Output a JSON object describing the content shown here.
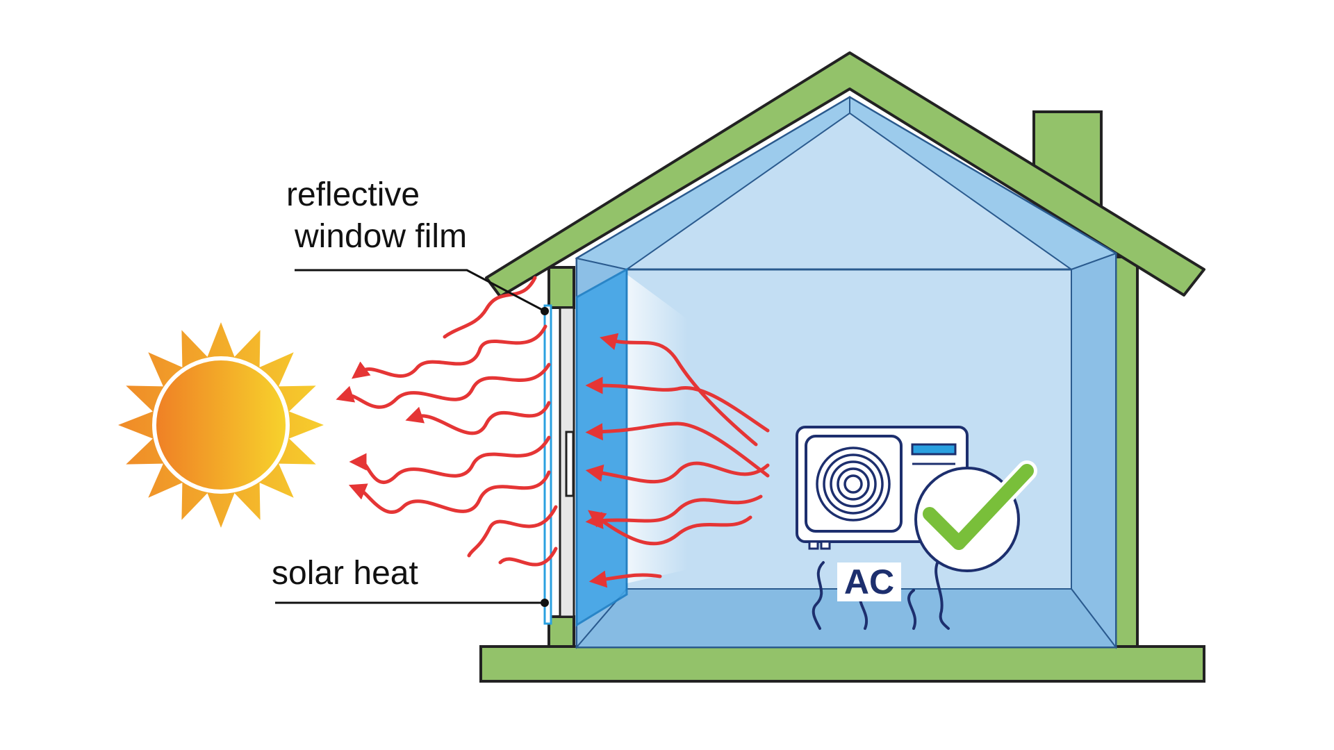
{
  "labels": {
    "film_line1": "reflective",
    "film_line2": "window film",
    "solar": "solar heat",
    "ac": "AC"
  },
  "colors": {
    "house_green": "#93c26a",
    "outline": "#222222",
    "interior_blue": "#c3def3",
    "wall_blue": "#8cbfe6",
    "film_blue": "#2aa0e0",
    "heat_red": "#e53535",
    "sun_orange": "#ef7f25",
    "sun_yellow": "#f7d32c",
    "ac_navy": "#1d2f6e",
    "check_green": "#79bf3a"
  },
  "icons": [
    "sun-icon",
    "ac-unit-icon",
    "checkmark-icon",
    "heat-wave-arrows"
  ]
}
